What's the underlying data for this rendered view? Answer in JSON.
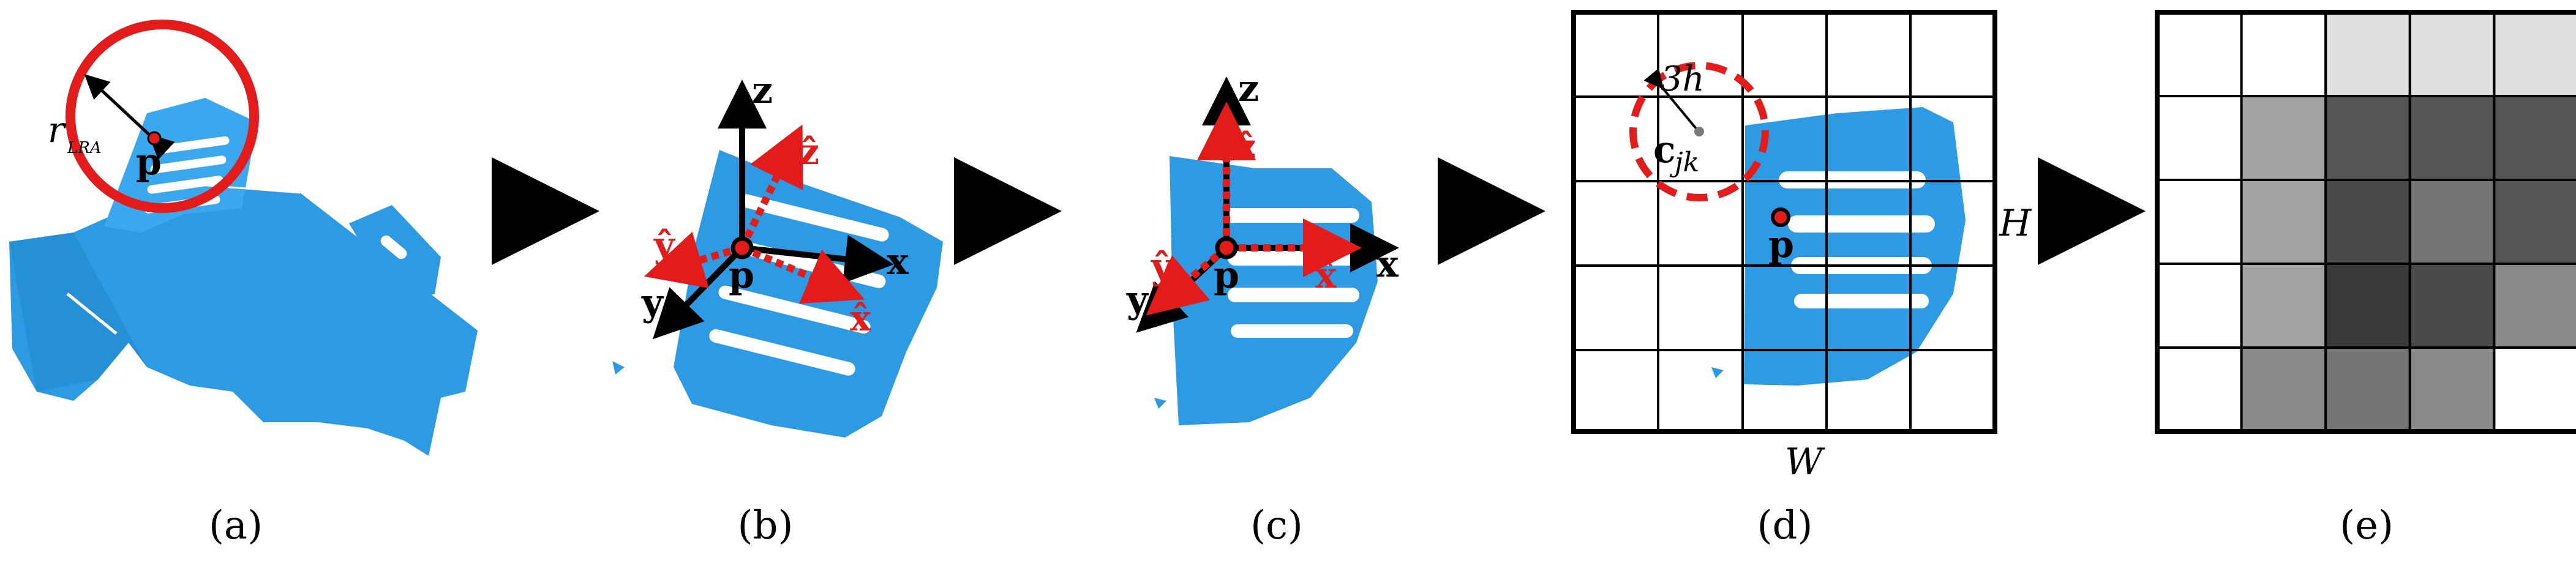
{
  "panels": {
    "a": {
      "caption": "(a)",
      "radius_label": "r",
      "radius_sub": "LRA",
      "point_label": "p"
    },
    "b": {
      "caption": "(b)",
      "axis_z": "z",
      "axis_x": "x",
      "axis_y": "y",
      "lrf_z": "ẑ",
      "lrf_x": "x̂",
      "lrf_y": "ŷ",
      "point_label": "p"
    },
    "c": {
      "caption": "(c)",
      "axis_z": "z",
      "axis_x": "x",
      "axis_y": "y",
      "lrf_z": "ẑ",
      "lrf_x": "x̂",
      "lrf_y": "ŷ",
      "point_label": "p"
    },
    "d": {
      "caption": "(d)",
      "width_label": "W",
      "height_label": "H",
      "radius_label": "3h",
      "cell_label": "c",
      "cell_sub": "jk",
      "point_label": "p"
    },
    "e": {
      "caption": "(e)",
      "grid_shades": [
        [
          "#ffffff",
          "#ffffff",
          "#e0e0e0",
          "#e0e0e0",
          "#e0e0e0"
        ],
        [
          "#ffffff",
          "#a3a3a3",
          "#555555",
          "#555555",
          "#555555"
        ],
        [
          "#ffffff",
          "#a3a3a3",
          "#4a4a4a",
          "#747474",
          "#555555"
        ],
        [
          "#ffffff",
          "#a3a3a3",
          "#3a3a3a",
          "#4a4a4a",
          "#8a8a8a"
        ],
        [
          "#ffffff",
          "#8a8a8a",
          "#747474",
          "#8a8a8a",
          "#ffffff"
        ]
      ]
    }
  },
  "colors": {
    "object_blue": "#2c9be3",
    "accent_red": "#e31b1b",
    "arrow_black": "#000000"
  }
}
